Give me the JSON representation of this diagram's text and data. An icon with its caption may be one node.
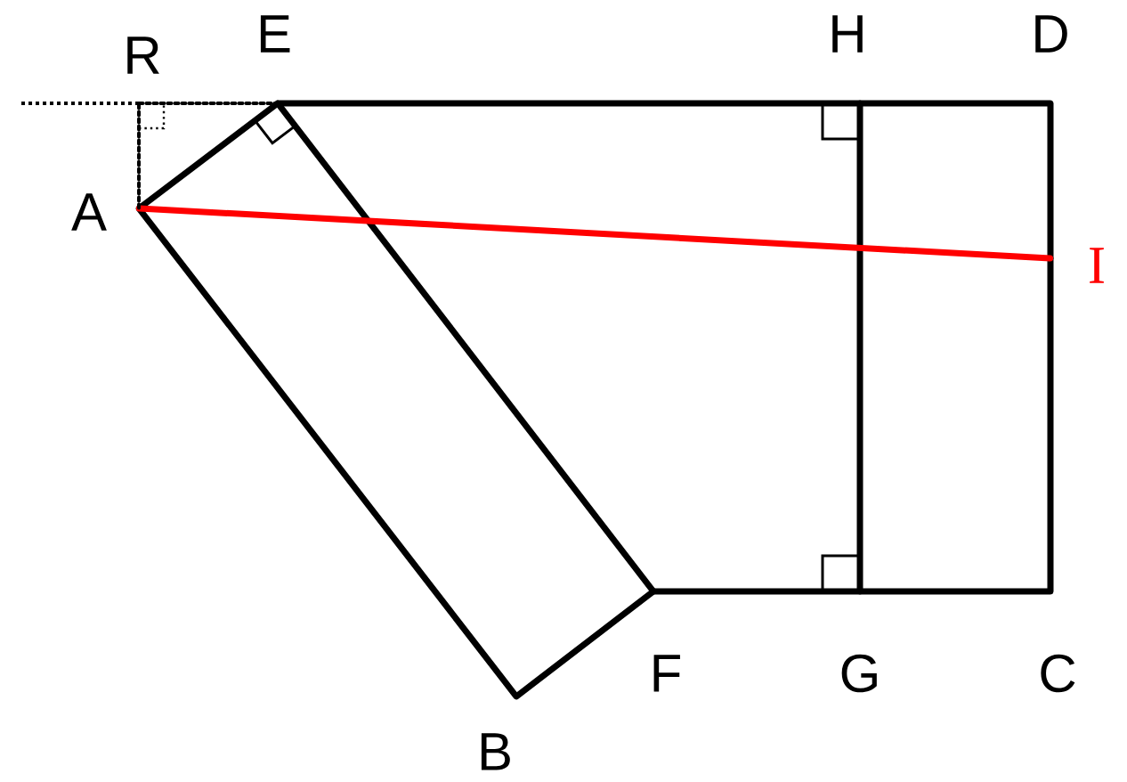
{
  "diagram": {
    "nodes": [
      {
        "text": [
          "A"
        ]
      },
      {
        "text": [
          "B"
        ]
      },
      {
        "text": [
          "C"
        ]
      },
      {
        "text": [
          "D"
        ]
      },
      {
        "text": [
          "E"
        ]
      },
      {
        "text": [
          "F"
        ]
      },
      {
        "text": [
          "G"
        ]
      },
      {
        "text": [
          "H"
        ]
      },
      {
        "text": [
          "I"
        ]
      },
      {
        "text": [
          "R"
        ]
      }
    ],
    "edges": [
      {
        "from": 0,
        "to": 4,
        "arrow": "none"
      },
      {
        "from": 4,
        "to": 5,
        "arrow": "none"
      },
      {
        "from": 5,
        "to": 1,
        "arrow": "none"
      },
      {
        "from": 1,
        "to": 0,
        "arrow": "none"
      },
      {
        "from": 4,
        "to": 7,
        "arrow": "none"
      },
      {
        "from": 7,
        "to": 3,
        "arrow": "none"
      },
      {
        "from": 3,
        "to": 8,
        "arrow": "none"
      },
      {
        "from": 8,
        "to": 2,
        "arrow": "none"
      },
      {
        "from": 2,
        "to": 6,
        "arrow": "none"
      },
      {
        "from": 6,
        "to": 5,
        "arrow": "none"
      },
      {
        "from": 7,
        "to": 6,
        "arrow": "none"
      },
      {
        "from": 0,
        "to": 8,
        "arrow": "none",
        "color": "#ff0000"
      },
      {
        "from": 9,
        "to": 4,
        "arrow": "none",
        "style": "dashed"
      },
      {
        "from": 0,
        "to": 9,
        "arrow": "none",
        "style": "dashed"
      }
    ]
  }
}
